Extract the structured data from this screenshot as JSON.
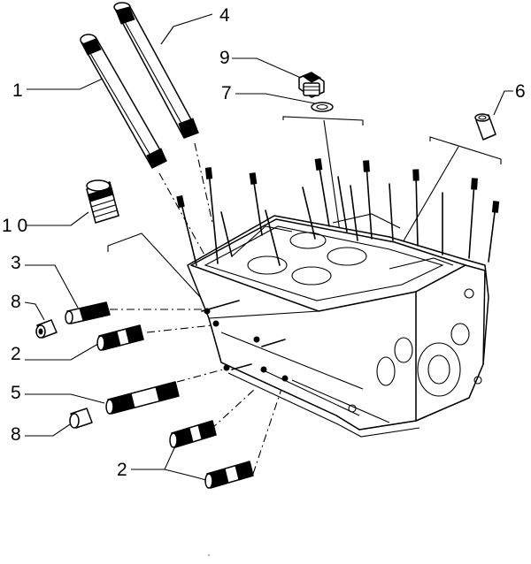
{
  "callouts": {
    "c1": "1",
    "c2a": "2",
    "c2b": "2",
    "c3": "3",
    "c4": "4",
    "c5": "5",
    "c6": "6",
    "c7": "7",
    "c8a": "8",
    "c8b": "8",
    "c9": "9",
    "c10": "1 0"
  }
}
